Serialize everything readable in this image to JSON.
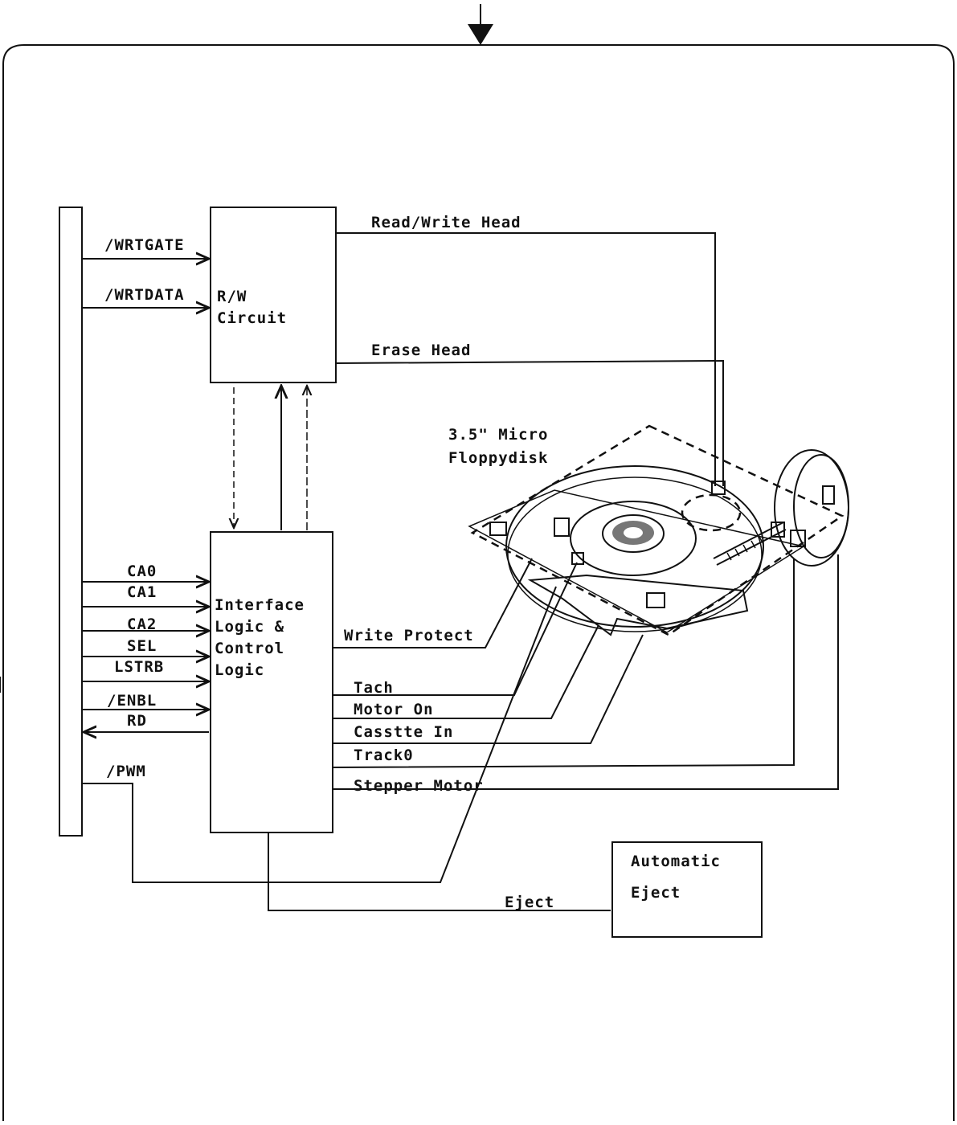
{
  "diagram": {
    "blocks": {
      "rw_circuit": [
        "R/W",
        "Circuit"
      ],
      "interface_logic": [
        "Interface",
        "Logic &",
        "Control",
        "Logic"
      ],
      "automatic_eject": [
        "Automatic",
        "Eject"
      ]
    },
    "drive_label": [
      "3.5\" Micro",
      "Floppydisk"
    ],
    "bus_signals": {
      "wrtgate": "/WRTGATE",
      "wrtdata": "/WRTDATA",
      "ca0": "CA0",
      "ca1": "CA1",
      "ca2": "CA2",
      "sel": "SEL",
      "lstrb": "LSTRB",
      "enbl": "/ENBL",
      "rd": "RD",
      "pwm": "/PWM"
    },
    "drive_signals": {
      "read_write_head": "Read/Write Head",
      "erase_head": "Erase Head",
      "write_protect": "Write Protect",
      "tach": "Tach",
      "motor_on": "Motor On",
      "cassette_in": "Casstte In",
      "track0": "Track0",
      "stepper_motor": "Stepper Motor",
      "eject": "Eject"
    }
  }
}
